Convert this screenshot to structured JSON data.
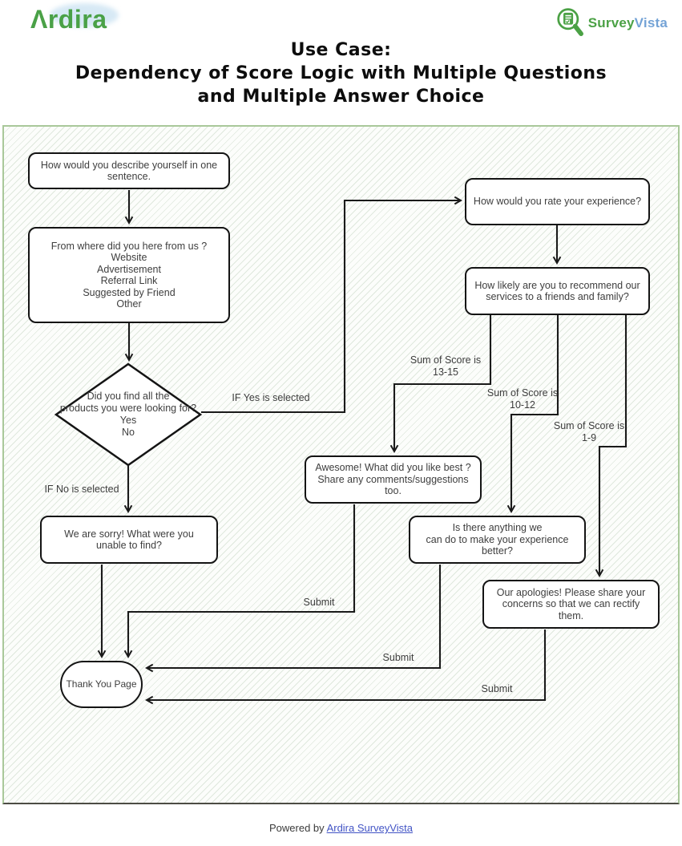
{
  "header": {
    "ardira_logo": "Λrdira",
    "surveyvista": {
      "survey": "Survey",
      "vista": "Vista"
    },
    "title_line1": "Use Case:",
    "title_line2": "Dependency of Score Logic with Multiple Questions",
    "title_line3": "and Multiple Answer Choice"
  },
  "diagram": {
    "nodes": {
      "q1": {
        "line1": "How would you describe yourself in one",
        "line2": "sentence."
      },
      "q2": {
        "title": "From where did you here from us ?",
        "opt1": "Website",
        "opt2": "Advertisement",
        "opt3": "Referral Link",
        "opt4": "Suggested by Friend",
        "opt5": "Other"
      },
      "decision": {
        "line1": "Did you find all the",
        "line2": "products you were looking for?",
        "line3": "Yes",
        "line4": "No"
      },
      "rate": {
        "line1": "How would you rate your experience?"
      },
      "likely": {
        "line1": "How likely are you to recommend our",
        "line2": "services to a friends and family?"
      },
      "awesome": {
        "line1": "Awesome! What did you like best ?",
        "line2": "Share any comments/suggestions too."
      },
      "anything": {
        "line1": "Is there anything we",
        "line2": "can do to make your experience better?"
      },
      "apologies": {
        "line1": "Our apologies! Please share your",
        "line2": "concerns so that we can rectify them."
      },
      "sorry": {
        "line1": "We are sorry! What were you",
        "line2": "unable to find?"
      },
      "thankyou": {
        "line1": "Thank You Page"
      }
    },
    "edge_labels": {
      "if_yes": "IF Yes is selected",
      "if_no": "IF No is selected",
      "score_high_1": "Sum of Score is",
      "score_high_2": "13-15",
      "score_mid_1": "Sum of Score is",
      "score_mid_2": "10-12",
      "score_low_1": "Sum of Score is",
      "score_low_2": "1-9",
      "submit_awesome": "Submit",
      "submit_anything": "Submit",
      "submit_apologies": "Submit"
    }
  },
  "colors": {
    "brand_green": "#4aa147",
    "brand_blue": "#74a3d6",
    "canvas_border_green": "#a9c89a",
    "link_blue": "#4254c5",
    "wire_black": "#1a1a1a"
  },
  "footer": {
    "powered_by": "Powered by",
    "link_text": "Ardira SurveyVista"
  }
}
